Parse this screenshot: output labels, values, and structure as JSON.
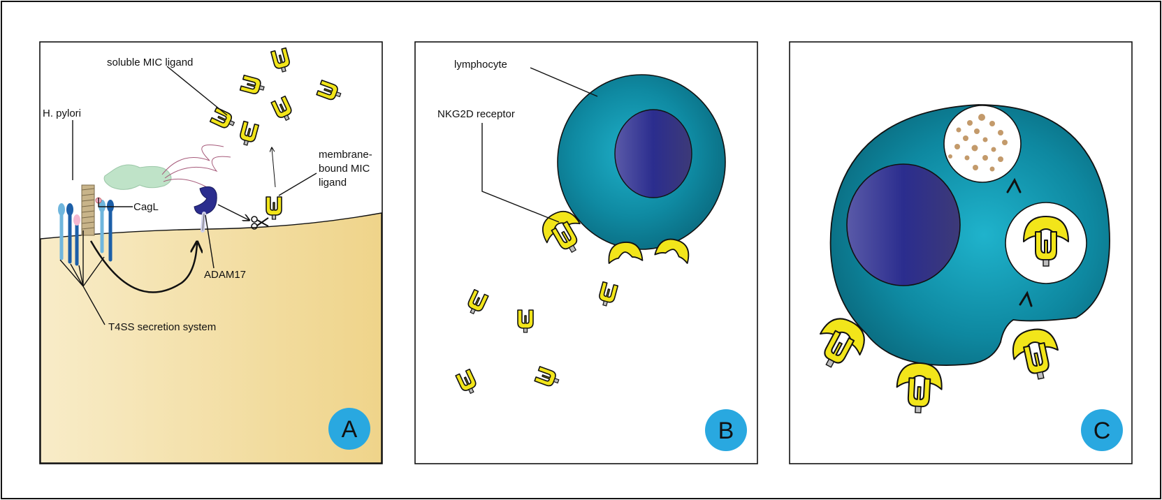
{
  "panels": [
    {
      "id": "A",
      "badge": "A",
      "labels": {
        "soluble_mic": "soluble MIC ligand",
        "h_pylori": "H. pylori",
        "cagl": "CagL",
        "membrane_bound_1": "membrane-",
        "membrane_bound_2": "bound MIC",
        "membrane_bound_3": "ligand",
        "adam17": "ADAM17",
        "t4ss": "T4SS secretion system"
      }
    },
    {
      "id": "B",
      "badge": "B",
      "labels": {
        "lymphocyte": "lymphocyte",
        "nkg2d": "NKG2D receptor"
      }
    },
    {
      "id": "C",
      "badge": "C",
      "labels": {}
    }
  ],
  "colors": {
    "ligand": "#f2e51a",
    "cell": "#0e7f96",
    "cell_highlight": "#1aa6c0",
    "nucleus": "#2d2e8f",
    "tissue": "#f0d78f",
    "badge": "#29a8e0",
    "granule": "#c39a6b"
  }
}
